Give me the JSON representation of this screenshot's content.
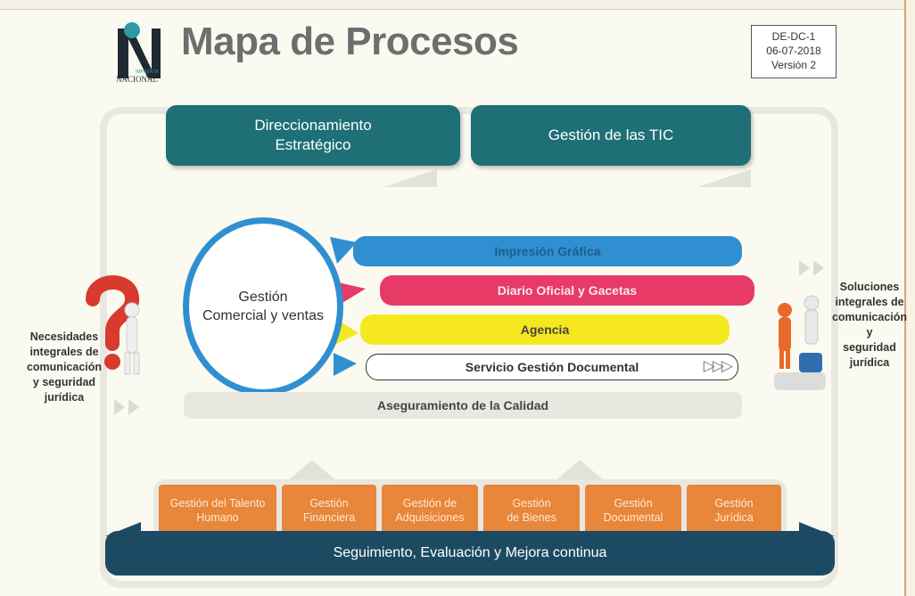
{
  "header": {
    "title": "Mapa de Procesos",
    "logo_text": "NACIONAL",
    "logo_subtext": "IMPRENTA",
    "doc_code": "DE-DC-1",
    "doc_date": "06-07-2018",
    "doc_version": "Versión 2"
  },
  "strategic": {
    "left_line1": "Direccionamiento",
    "left_line2": "Estratégico",
    "right": "Gestión de las TIC"
  },
  "core": {
    "circle_line1": "Gestión",
    "circle_line2": "Comercial y ventas",
    "bars": [
      "Impresión Gráfica",
      "Diario Oficial y Gacetas",
      "Agencia",
      "Servicio Gestión Documental"
    ],
    "quality": "Aseguramiento de la Calidad",
    "chevrons": "▷▷▷"
  },
  "inputs": {
    "line1": "Necesidades",
    "line2": "integrales de",
    "line3": "comunicación",
    "line4": "y seguridad",
    "line5": "jurídica"
  },
  "outputs": {
    "line1": "Soluciones",
    "line2": "integrales de",
    "line3": "comunicación y",
    "line4": "seguridad",
    "line5": "jurídica"
  },
  "support": {
    "items": [
      {
        "line1": "Gestión del Talento",
        "line2": "Humano"
      },
      {
        "line1": "Gestión",
        "line2": "Financiera"
      },
      {
        "line1": "Gestión de",
        "line2": "Adquisiciones"
      },
      {
        "line1": "Gestión",
        "line2": "de Bienes"
      },
      {
        "line1": "Gestión",
        "line2": "Documental"
      },
      {
        "line1": "Gestión",
        "line2": "Jurídica"
      }
    ]
  },
  "footer": {
    "label": "Seguimiento, Evaluación y Mejora continua"
  },
  "colors": {
    "teal": "#1e6f76",
    "blue": "#2f8fd0",
    "magenta": "#e83a66",
    "yellow": "#f6e81f",
    "orange": "#e8863a",
    "navy": "#1d4a63"
  }
}
